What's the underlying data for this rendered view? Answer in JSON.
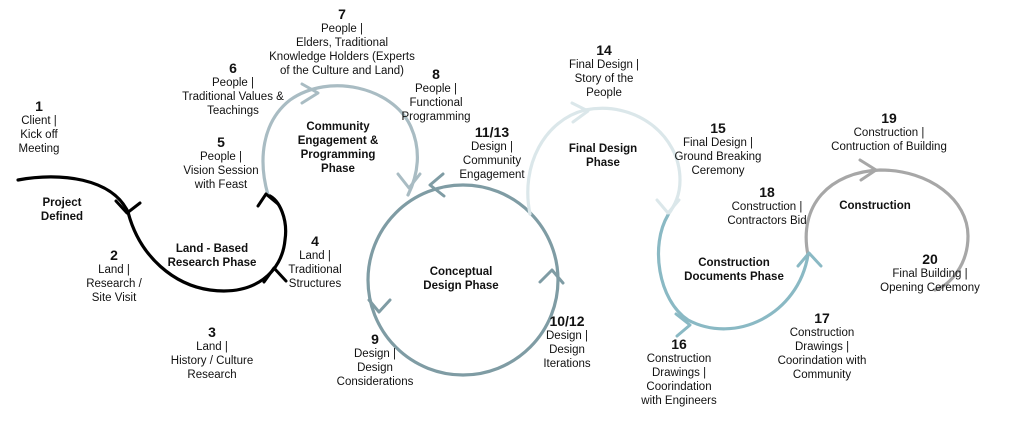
{
  "colors": {
    "land": "#000000",
    "community": "#a9bcc3",
    "conceptual": "#7f9ca4",
    "final_design": "#dbe7ea",
    "construction_documents": "#8ab9c4",
    "construction": "#a7a7a7"
  },
  "phases": {
    "project_defined": "Project\nDefined",
    "land_based": "Land - Based\nResearch Phase",
    "community": "Community\nEngagement  &\nProgramming\nPhase",
    "conceptual": "Conceptual\nDesign Phase",
    "final_design": "Final Design\nPhase",
    "construction_documents": "Construction\nDocuments Phase",
    "construction": "Construction"
  },
  "steps": {
    "s1": {
      "num": "1",
      "text": "Client |\nKick off\nMeeting"
    },
    "s2": {
      "num": "2",
      "text": "Land |\nResearch /\nSite Visit"
    },
    "s3": {
      "num": "3",
      "text": "Land |\nHistory / Culture\nResearch"
    },
    "s4": {
      "num": "4",
      "text": "Land |\nTraditional\nStructures"
    },
    "s5": {
      "num": "5",
      "text": "People |\nVision Session\nwith Feast"
    },
    "s6": {
      "num": "6",
      "text": "People |\nTraditional Values &\nTeachings"
    },
    "s7": {
      "num": "7",
      "text": "People |\nElders, Traditional\nKnowledge Holders (Experts\nof the Culture and Land)"
    },
    "s8": {
      "num": "8",
      "text": "People |\nFunctional\nProgramming"
    },
    "s9": {
      "num": "9",
      "text": "Design |\nDesign\nConsiderations"
    },
    "s10_12": {
      "num": "10/12",
      "text": "Design |\nDesign\nIterations"
    },
    "s11_13": {
      "num": "11/13",
      "text": "Design |\nCommunity\nEngagement"
    },
    "s14": {
      "num": "14",
      "text": "Final Design |\nStory of the\nPeople"
    },
    "s15": {
      "num": "15",
      "text": "Final Design |\nGround Breaking\nCeremony"
    },
    "s16": {
      "num": "16",
      "text": "Construction\nDrawings |\nCoorindation\nwith Engineers"
    },
    "s17": {
      "num": "17",
      "text": "Construction\nDrawings |\nCoorindation with\nCommunity"
    },
    "s18": {
      "num": "18",
      "text": "Construction |\nContractors Bid"
    },
    "s19": {
      "num": "19",
      "text": "Construction |\nContruction of Building"
    },
    "s20": {
      "num": "20",
      "text": "Final Building |\nOpening Ceremony"
    }
  }
}
